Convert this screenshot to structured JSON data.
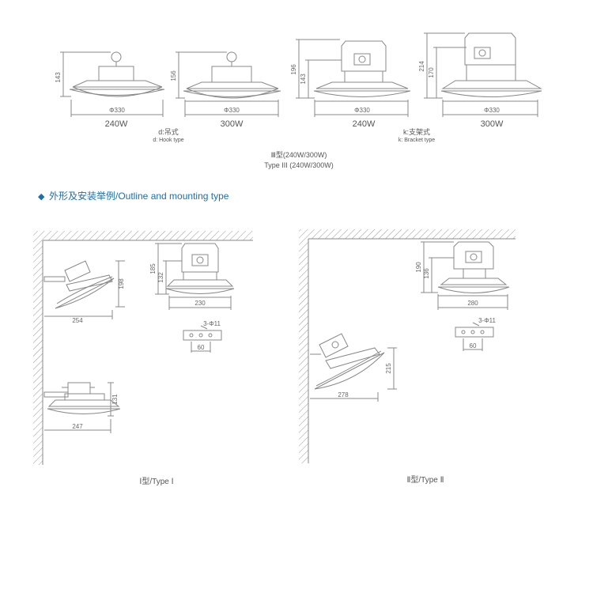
{
  "top_row": {
    "items": [
      {
        "height": "143",
        "diameter": "Φ330",
        "power": "240W"
      },
      {
        "height": "156",
        "diameter": "Φ330",
        "power": "300W"
      },
      {
        "height": "196",
        "height2": "143",
        "diameter": "Φ330",
        "power": "240W"
      },
      {
        "height": "214",
        "height2": "170",
        "diameter": "Φ330",
        "power": "300W"
      }
    ],
    "hook_cn": "d:吊式",
    "hook_en": "d: Hook type",
    "bracket_cn": "k:支架式",
    "bracket_en": "k: Bracket type",
    "type3_cn": "Ⅲ型(240W/300W)",
    "type3_en": "Type III (240W/300W)"
  },
  "section": {
    "marker": "◆",
    "title": "外形及安装举例/Outline and mounting type"
  },
  "type1": {
    "wall_depth": "254",
    "wall_height": "198",
    "ceiling_h1": "185",
    "ceiling_h2": "132",
    "ceiling_width": "230",
    "holes": "3-Φ11",
    "hole_spacing": "60",
    "bottom_height": "131",
    "bottom_width": "247",
    "caption": "Ⅰ型/Type Ⅰ"
  },
  "type2": {
    "ceiling_h1": "190",
    "ceiling_h2": "136",
    "ceiling_width": "280",
    "holes": "3-Φ11",
    "hole_spacing": "60",
    "wall_height": "215",
    "wall_depth": "278",
    "caption": "Ⅱ型/Type Ⅱ"
  },
  "colors": {
    "accent": "#1a6fb0",
    "line": "#888888",
    "text": "#555555"
  }
}
